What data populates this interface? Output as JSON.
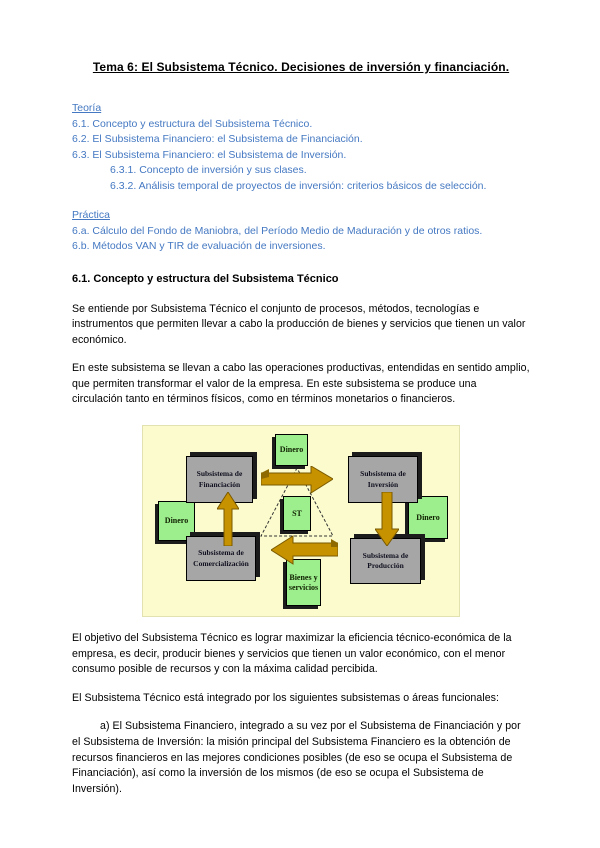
{
  "doc": {
    "title": "Tema 6: El Subsistema Técnico. Decisiones de inversión y financiación."
  },
  "teoria": {
    "heading": "Teoría",
    "items": [
      "6.1. Concepto y estructura del Subsistema Técnico.",
      "6.2. El Subsistema Financiero: el Subsistema de Financiación.",
      "6.3. El Subsistema Financiero: el Subsistema de Inversión.",
      "6.3.1. Concepto de inversión y sus clases.",
      "6.3.2. Análisis temporal de proyectos de inversión: criterios básicos de selección."
    ]
  },
  "practica": {
    "heading": "Práctica",
    "items": [
      "6.a. Cálculo del Fondo de Maniobra, del Período Medio de Maduración y de otros ratios.",
      "6.b. Métodos VAN y TIR de evaluación de inversiones."
    ]
  },
  "section": {
    "heading": "6.1. Concepto y estructura del Subsistema Técnico",
    "paragraphs": [
      "Se entiende por Subsistema Técnico el conjunto de procesos, métodos, tecnologías e instrumentos que permiten llevar a cabo la producción de bienes y servicios que tienen un valor económico.",
      "En este subsistema se llevan a cabo las operaciones productivas, entendidas en sentido amplio, que permiten transformar el valor de la empresa. En este subsistema se produce una circulación tanto en términos físicos, como en términos monetarios o financieros.",
      "El objetivo del Subsistema Técnico es lograr maximizar la eficiencia técnico-económica de la empresa, es decir, producir bienes y servicios que tienen un valor económico, con el menor consumo posible de recursos y con la máxima calidad percibida.",
      "El Subsistema Técnico está integrado por los siguientes subsistemas o áreas funcionales:",
      "a) El Subsistema Financiero, integrado a su vez por el Subsistema de Financiación y por el Subsistema de Inversión: la misión principal del Subsistema Financiero es la obtención de recursos financieros en las mejores condiciones posibles (de eso se ocupa el Subsistema de Financiación), así como la inversión de los mismos (de eso se ocupa el Subsistema de Inversión)."
    ]
  },
  "diagram": {
    "labels": {
      "dinero": "Dinero",
      "financiacion": "Subsistema de Financiación",
      "inversion": "Subsistema de Inversión",
      "comercializacion": "Subsistema de Comercialización",
      "produccion": "Subsistema de Producción",
      "st": "ST",
      "bienes": "Bienes y servicios"
    }
  },
  "colors": {
    "link_blue": "#4478C2",
    "diagram_bg": "#FBFBCE",
    "box_green": "#9DEF8E",
    "box_gray": "#A6A6A6",
    "arrow_gold": "#C79200"
  }
}
